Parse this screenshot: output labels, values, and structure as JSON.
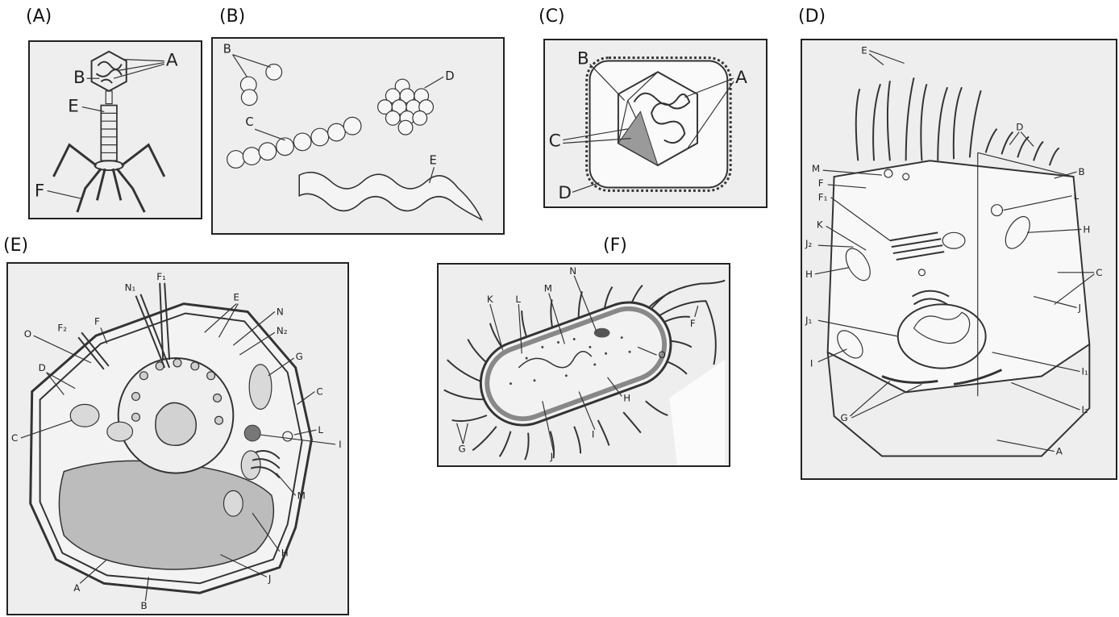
{
  "panels": {
    "A": {
      "title": "(A)",
      "labels": {
        "A": "A",
        "B": "B",
        "E": "E",
        "F": "F"
      }
    },
    "B": {
      "title": "(B)",
      "labels": {
        "B": "B",
        "C": "C",
        "D": "D",
        "E": "E"
      }
    },
    "C": {
      "title": "(C)",
      "labels": {
        "A": "A",
        "B": "B",
        "C": "C",
        "D": "D"
      }
    },
    "D": {
      "title": "(D)",
      "labels": {
        "A": "A",
        "B": "B",
        "C": "C",
        "D": "D",
        "E": "E",
        "F": "F",
        "F1": "F₁",
        "G": "G",
        "H1": "H",
        "H2": "H",
        "I": "I",
        "I1": "I₁",
        "I2": "I₂",
        "J": "J",
        "J1": "J₁",
        "J2": "J₂",
        "K": "K",
        "L": "L",
        "M": "M"
      }
    },
    "E": {
      "title": "(E)",
      "labels": {
        "A": "A",
        "B": "B",
        "C1": "C",
        "C2": "C",
        "D": "D",
        "E": "E",
        "F": "F",
        "F1": "F₁",
        "F2": "F₂",
        "G": "G",
        "H": "H",
        "I": "I",
        "J": "J",
        "L": "L",
        "M": "M",
        "N": "N",
        "N1": "N₁",
        "N2": "N₂",
        "O": "O"
      }
    },
    "F": {
      "title": "(F)",
      "labels": {
        "F": "F",
        "G": "G",
        "H": "H",
        "I": "I",
        "J": "J",
        "K": "K",
        "L": "L",
        "M": "M",
        "N": "N",
        "O": "O"
      }
    }
  }
}
